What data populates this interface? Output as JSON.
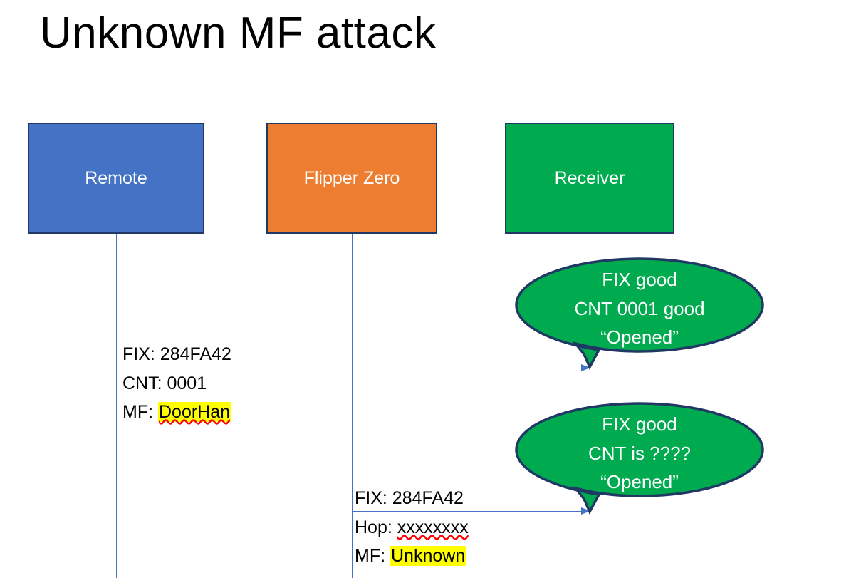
{
  "slide": {
    "title": "Unknown MF attack",
    "background_color": "#FFFFFF"
  },
  "colors": {
    "remote_fill": "#4472C4",
    "flipper_fill": "#ED7D31",
    "receiver_fill": "#00AA4F",
    "box_outline": "#1F3864",
    "lifeline": "#4472C4",
    "arrow": "#4472C4",
    "bubble_fill": "#00AA4F",
    "bubble_outline": "#1F3864",
    "highlight": "#FFFF00",
    "spellcheck_underline": "#FF0000",
    "text_dark": "#000000",
    "text_light": "#FFFFFF"
  },
  "actors": [
    {
      "id": "remote",
      "label": "Remote"
    },
    {
      "id": "flipper",
      "label": "Flipper Zero"
    },
    {
      "id": "receiver",
      "label": "Receiver"
    }
  ],
  "messages": [
    {
      "id": "message-1",
      "from": "remote",
      "to": "receiver",
      "lines": [
        {
          "label": "FIX: ",
          "value": "284FA42",
          "highlighted": false,
          "spellcheck_flag": false
        },
        {
          "label": "CNT: ",
          "value": "0001",
          "highlighted": false,
          "spellcheck_flag": false
        },
        {
          "label": "MF: ",
          "value": "DoorHan",
          "highlighted": true,
          "spellcheck_flag": true
        }
      ]
    },
    {
      "id": "message-2",
      "from": "flipper",
      "to": "receiver",
      "lines": [
        {
          "label": "FIX: ",
          "value": "284FA42",
          "highlighted": false,
          "spellcheck_flag": false
        },
        {
          "label": "Hop: ",
          "value": "xxxxxxxx",
          "highlighted": false,
          "spellcheck_flag": true
        },
        {
          "label": "MF: ",
          "value": "Unknown",
          "highlighted": true,
          "spellcheck_flag": false
        }
      ]
    }
  ],
  "bubbles": [
    {
      "id": "bubble-1",
      "for_message": "message-1",
      "lines": [
        "FIX good",
        "CNT 0001 good",
        "“Opened”"
      ]
    },
    {
      "id": "bubble-2",
      "for_message": "message-2",
      "lines": [
        "FIX good",
        "CNT is ????",
        "“Opened”"
      ]
    }
  ]
}
